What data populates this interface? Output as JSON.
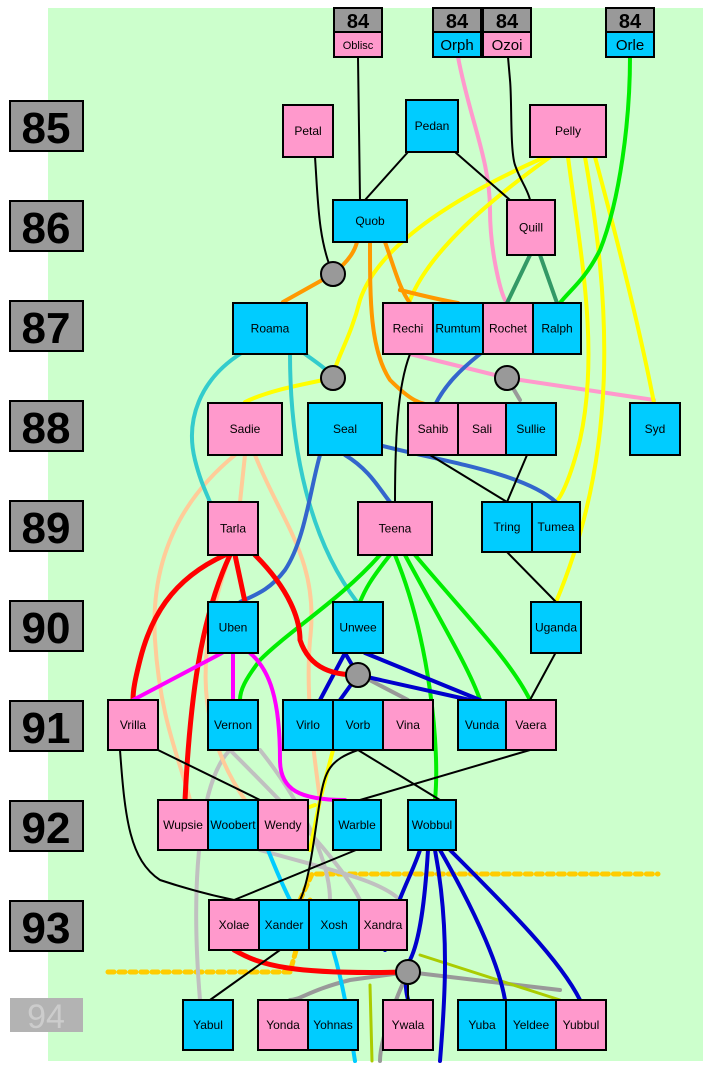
{
  "colors": {
    "background": "#ccffcc",
    "male": "#00ccff",
    "female": "#ff99cc",
    "generation_box": "#999999",
    "hub": "#999999"
  },
  "generations": [
    "85",
    "86",
    "87",
    "88",
    "89",
    "90",
    "91",
    "92",
    "93",
    "94"
  ],
  "ancestors": [
    {
      "id": "oblisc",
      "generation": "84",
      "name": "Oblisc",
      "sex": "female"
    },
    {
      "id": "orph",
      "generation": "84",
      "name": "Orph",
      "sex": "male"
    },
    {
      "id": "ozoi",
      "generation": "84",
      "name": "Ozoi",
      "sex": "female"
    },
    {
      "id": "orle",
      "generation": "84",
      "name": "Orle",
      "sex": "male"
    }
  ],
  "people": [
    {
      "id": "petal",
      "name": "Petal",
      "sex": "female"
    },
    {
      "id": "pedan",
      "name": "Pedan",
      "sex": "male"
    },
    {
      "id": "pelly",
      "name": "Pelly",
      "sex": "female"
    },
    {
      "id": "quob",
      "name": "Quob",
      "sex": "male"
    },
    {
      "id": "quill",
      "name": "Quill",
      "sex": "female"
    },
    {
      "id": "roama",
      "name": "Roama",
      "sex": "male"
    },
    {
      "id": "rechi",
      "name": "Rechi",
      "sex": "female"
    },
    {
      "id": "rumtum",
      "name": "Rumtum",
      "sex": "male"
    },
    {
      "id": "rochet",
      "name": "Rochet",
      "sex": "female"
    },
    {
      "id": "ralph",
      "name": "Ralph",
      "sex": "male"
    },
    {
      "id": "sadie",
      "name": "Sadie",
      "sex": "female"
    },
    {
      "id": "seal",
      "name": "Seal",
      "sex": "male"
    },
    {
      "id": "sahib",
      "name": "Sahib",
      "sex": "female"
    },
    {
      "id": "sali",
      "name": "Sali",
      "sex": "female"
    },
    {
      "id": "sullie",
      "name": "Sullie",
      "sex": "male"
    },
    {
      "id": "syd",
      "name": "Syd",
      "sex": "male"
    },
    {
      "id": "tarla",
      "name": "Tarla",
      "sex": "female"
    },
    {
      "id": "teena",
      "name": "Teena",
      "sex": "female"
    },
    {
      "id": "tring",
      "name": "Tring",
      "sex": "male"
    },
    {
      "id": "tumea",
      "name": "Tumea",
      "sex": "male"
    },
    {
      "id": "uben",
      "name": "Uben",
      "sex": "male"
    },
    {
      "id": "unwee",
      "name": "Unwee",
      "sex": "male"
    },
    {
      "id": "uganda",
      "name": "Uganda",
      "sex": "male"
    },
    {
      "id": "vrilla",
      "name": "Vrilla",
      "sex": "female"
    },
    {
      "id": "vernon",
      "name": "Vernon",
      "sex": "male"
    },
    {
      "id": "virlo",
      "name": "Virlo",
      "sex": "male"
    },
    {
      "id": "vorb",
      "name": "Vorb",
      "sex": "male"
    },
    {
      "id": "vina",
      "name": "Vina",
      "sex": "female"
    },
    {
      "id": "vunda",
      "name": "Vunda",
      "sex": "male"
    },
    {
      "id": "vaera",
      "name": "Vaera",
      "sex": "female"
    },
    {
      "id": "wupsie",
      "name": "Wupsie",
      "sex": "female"
    },
    {
      "id": "woobert",
      "name": "Woobert",
      "sex": "male"
    },
    {
      "id": "wendy",
      "name": "Wendy",
      "sex": "female"
    },
    {
      "id": "warble",
      "name": "Warble",
      "sex": "male"
    },
    {
      "id": "wobbul",
      "name": "Wobbul",
      "sex": "male"
    },
    {
      "id": "xolae",
      "name": "Xolae",
      "sex": "female"
    },
    {
      "id": "xander",
      "name": "Xander",
      "sex": "male"
    },
    {
      "id": "xosh",
      "name": "Xosh",
      "sex": "male"
    },
    {
      "id": "xandra",
      "name": "Xandra",
      "sex": "female"
    },
    {
      "id": "yabul",
      "name": "Yabul",
      "sex": "male"
    },
    {
      "id": "yonda",
      "name": "Yonda",
      "sex": "female"
    },
    {
      "id": "yohnas",
      "name": "Yohnas",
      "sex": "male"
    },
    {
      "id": "ywala",
      "name": "Ywala",
      "sex": "female"
    },
    {
      "id": "yuba",
      "name": "Yuba",
      "sex": "male"
    },
    {
      "id": "yeldee",
      "name": "Yeldee",
      "sex": "male"
    },
    {
      "id": "yubbul",
      "name": "Yubbul",
      "sex": "female"
    }
  ]
}
